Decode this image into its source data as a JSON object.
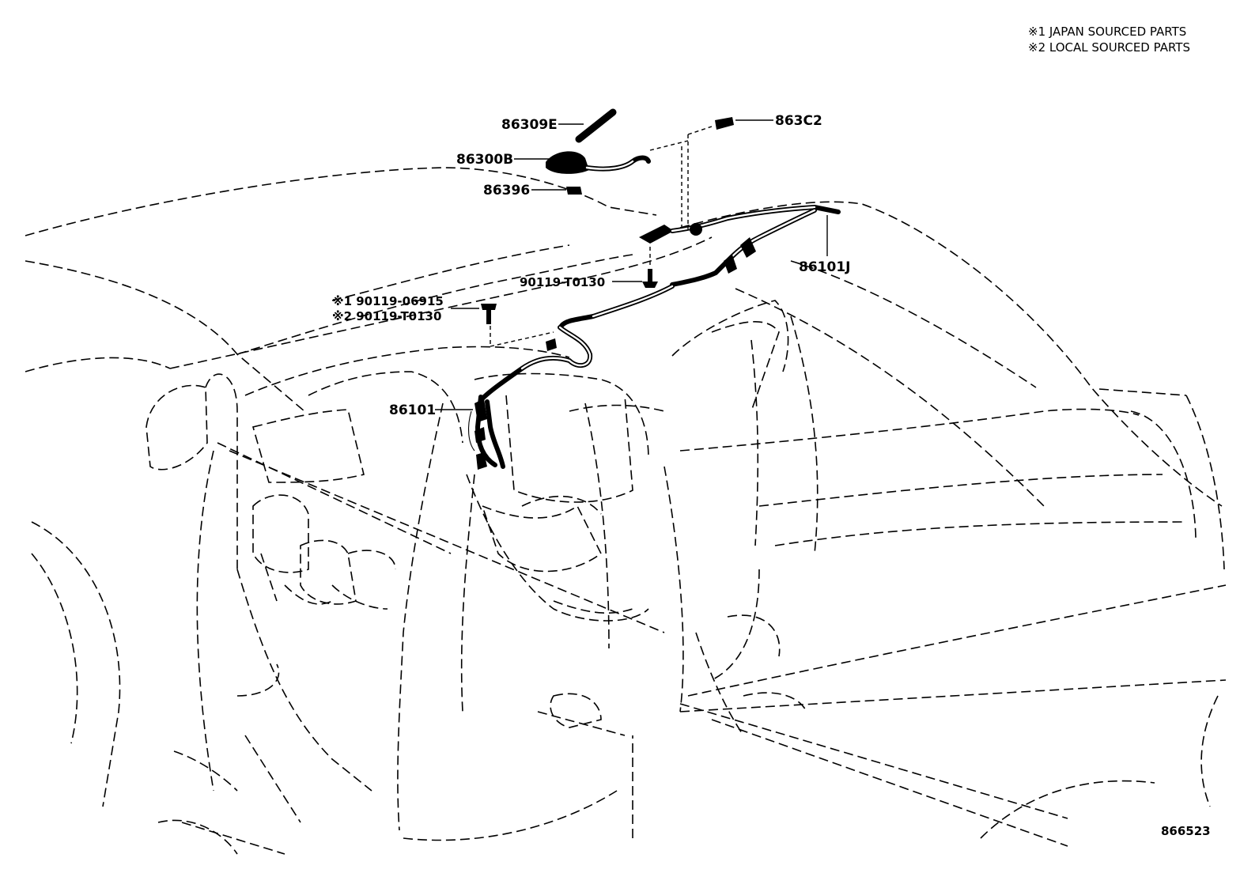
{
  "legend": {
    "japan_sourced": "※1 JAPAN SOURCED PARTS",
    "local_sourced": "※2 LOCAL SOURCED PARTS"
  },
  "parts": {
    "p86309e": "86309E",
    "p863c2": "863C2",
    "p86300b": "86300B",
    "p86396": "86396",
    "p86101j": "86101J",
    "p90119_t0130": "90119-T0130",
    "p90119_06915": "※1 90119-06915",
    "p90119_t0130_local": "※2 90119-T0130",
    "p86101": "86101"
  },
  "illustration_number": "866523"
}
